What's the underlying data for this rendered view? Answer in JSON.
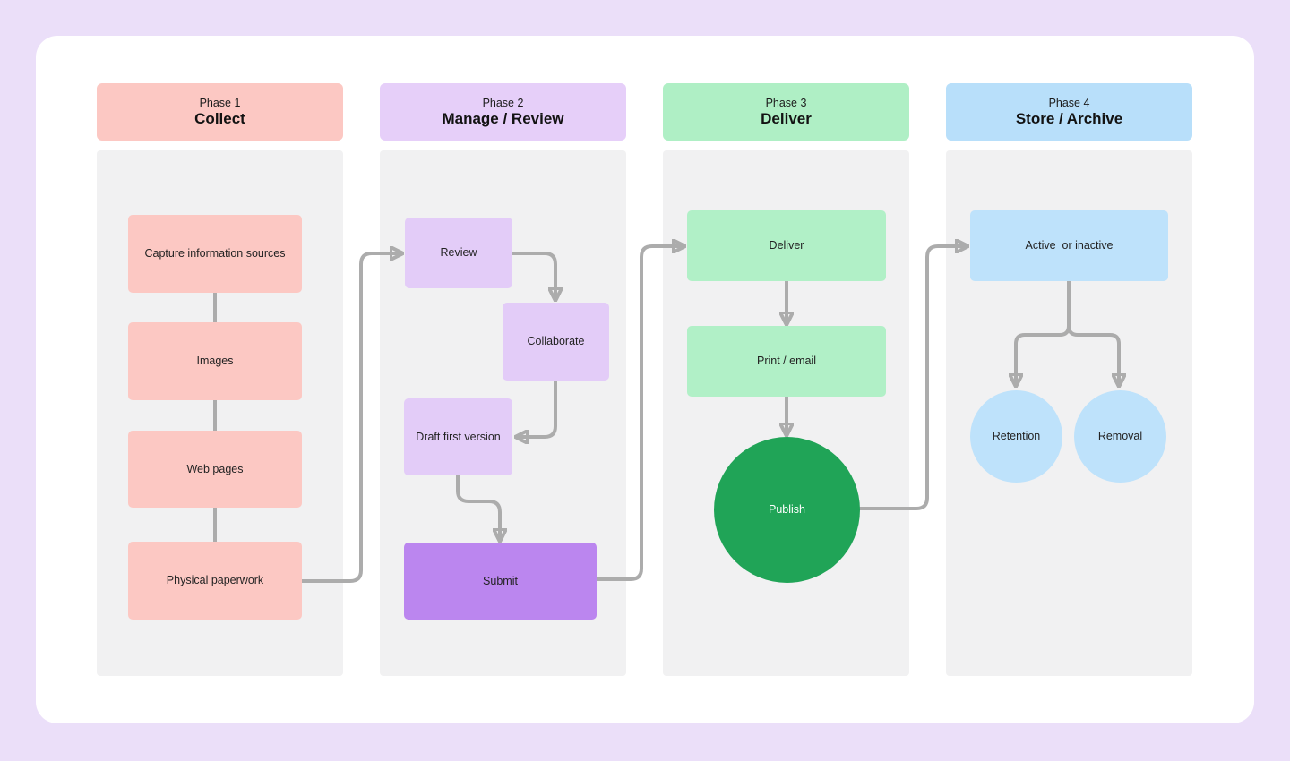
{
  "canvas": {
    "page_background": "#EBDFF9",
    "card_background": "#FFFFFF",
    "lane_background": "#F1F1F2",
    "connector_color": "#ACACAC"
  },
  "phases": [
    {
      "phase_label": "Phase 1",
      "title": "Collect",
      "header_color": "#FCC8C3",
      "node_color": "#FCC8C3"
    },
    {
      "phase_label": "Phase 2",
      "title": "Manage / Review",
      "header_color": "#E6CFF9",
      "node_color": "#E3CCF8",
      "accent_node_color": "#BB86EF"
    },
    {
      "phase_label": "Phase 3",
      "title": "Deliver",
      "header_color": "#AFEFC5",
      "node_color": "#B1F0C7",
      "accent_node_color": "#20A457"
    },
    {
      "phase_label": "Phase 4",
      "title": "Store / Archive",
      "header_color": "#B8DFFA",
      "node_color": "#BEE2FB"
    }
  ],
  "nodes": {
    "capture": {
      "label": "Capture information sources",
      "shape": "rect",
      "phase": 1
    },
    "images": {
      "label": "Images",
      "shape": "rect",
      "phase": 1
    },
    "web_pages": {
      "label": "Web pages",
      "shape": "rect",
      "phase": 1
    },
    "physical_paperwork": {
      "label": "Physical paperwork",
      "shape": "rect",
      "phase": 1
    },
    "review": {
      "label": "Review",
      "shape": "rect",
      "phase": 2
    },
    "collaborate": {
      "label": "Collaborate",
      "shape": "rect",
      "phase": 2
    },
    "draft": {
      "label": "Draft first version",
      "shape": "rect",
      "phase": 2
    },
    "submit": {
      "label": "Submit",
      "shape": "rect",
      "phase": 2
    },
    "deliver": {
      "label": "Deliver",
      "shape": "rect",
      "phase": 3
    },
    "print_email": {
      "label": "Print / email",
      "shape": "rect",
      "phase": 3
    },
    "publish": {
      "label": "Publish",
      "shape": "circle",
      "phase": 3
    },
    "active": {
      "label": "Active  or inactive",
      "shape": "rect",
      "phase": 4
    },
    "retention": {
      "label": "Retention",
      "shape": "circle",
      "phase": 4
    },
    "removal": {
      "label": "Removal",
      "shape": "circle",
      "phase": 4
    }
  },
  "edges": [
    {
      "from": "capture",
      "to": "images",
      "arrow": false
    },
    {
      "from": "images",
      "to": "web_pages",
      "arrow": false
    },
    {
      "from": "web_pages",
      "to": "physical_paperwork",
      "arrow": false
    },
    {
      "from": "physical_paperwork",
      "to": "review",
      "arrow": true
    },
    {
      "from": "review",
      "to": "collaborate",
      "arrow": true
    },
    {
      "from": "collaborate",
      "to": "draft",
      "arrow": true
    },
    {
      "from": "draft",
      "to": "submit",
      "arrow": true
    },
    {
      "from": "submit",
      "to": "deliver",
      "arrow": true
    },
    {
      "from": "deliver",
      "to": "print_email",
      "arrow": true
    },
    {
      "from": "print_email",
      "to": "publish",
      "arrow": true
    },
    {
      "from": "publish",
      "to": "active",
      "arrow": true
    },
    {
      "from": "active",
      "to": "retention",
      "arrow": true
    },
    {
      "from": "active",
      "to": "removal",
      "arrow": true
    }
  ]
}
